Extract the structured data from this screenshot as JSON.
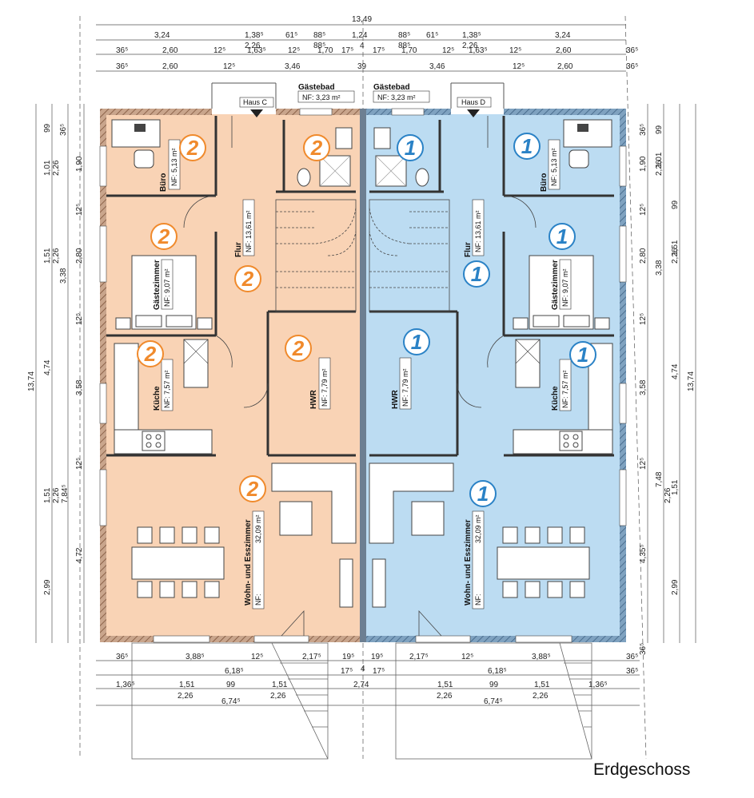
{
  "caption": "Erdgeschoss",
  "colors": {
    "house_c": "#f9d3b5",
    "house_d": "#bcdcf2",
    "badge_c": "#f08a2c",
    "badge_d": "#2a82c6",
    "wall": "#9b6b4e"
  },
  "entrances": {
    "left": "Haus C",
    "right": "Haus D"
  },
  "badges": {
    "house_c": "2",
    "house_d": "1"
  },
  "rooms": {
    "guest_bath_left": {
      "name": "Gästebad",
      "nf": "NF: 3,23 m²"
    },
    "guest_bath_right": {
      "name": "Gästebad",
      "nf": "NF: 3,23 m²"
    },
    "buero": {
      "name": "Büro",
      "nf": "NF: 5,13 m²"
    },
    "flur": {
      "name": "Flur",
      "nf": "NF: 13,61 m²"
    },
    "gaeste": {
      "name": "Gästezimmer",
      "nf": "NF: 9,07 m²"
    },
    "kueche": {
      "name": "Küche",
      "nf": "NF: 7,57 m²"
    },
    "hwr": {
      "name": "HWR",
      "nf": "NF: 7,79 m²"
    },
    "wohnen": {
      "name": "Wohn- und Esszimmer",
      "nf_label": "NF:",
      "nf_value": "32,09 m²"
    }
  },
  "dims_top": {
    "total": "13,49",
    "row1": [
      "3,24",
      "1,38⁵",
      "61⁵",
      "88⁵",
      "1,24",
      "88⁵",
      "61⁵",
      "1,38⁵",
      "3,24"
    ],
    "row2": [
      "2,26",
      "88⁵",
      "4",
      "88⁵",
      "2,26"
    ],
    "row3": [
      "36⁵",
      "2,60",
      "12⁵",
      "1,63⁵",
      "12⁵",
      "1,70",
      "17⁵",
      "17⁵",
      "1,70",
      "12⁵",
      "1,63⁵",
      "12⁵",
      "2,60",
      "36⁵"
    ],
    "row4": [
      "36⁵",
      "2,60",
      "12⁵",
      "3,46",
      "39",
      "3,46",
      "12⁵",
      "2,60",
      "36⁵"
    ]
  },
  "dims_left": {
    "outer": "13,74",
    "mid": [
      "4,74",
      "4,72"
    ],
    "inner": [
      "99",
      "1,90",
      "12⁵",
      "2,80",
      "12⁵",
      "3,58",
      "12⁵",
      "2,99"
    ],
    "inner2": [
      "36⁵",
      "1,01",
      "2,26",
      "1,51",
      "2,26",
      "3,38",
      "1,51",
      "2,26",
      "7,84⁵"
    ]
  },
  "dims_right": {
    "outer": "13,74",
    "mid": [
      "2,26",
      "2,26",
      "4,74",
      "7,48",
      "2,26"
    ],
    "inner": [
      "36⁵",
      "1,90",
      "12⁵",
      "2,80",
      "12⁵",
      "3,58",
      "12⁵",
      "4,35⁵",
      "36⁵"
    ],
    "inner2": [
      "99",
      "1,01",
      "99",
      "1,51",
      "3,38",
      "1,51",
      "2,99"
    ]
  },
  "dims_bottom": {
    "row1": [
      "36⁵",
      "3,88⁵",
      "12⁵",
      "2,17⁵",
      "19⁵",
      "19⁵",
      "2,17⁵",
      "12⁵",
      "3,88⁵",
      "36⁵"
    ],
    "row2": [
      "6,18⁵",
      "17⁵",
      "4",
      "17⁵",
      "6,18⁵",
      "36⁵"
    ],
    "row3": [
      "1,36⁵",
      "1,51",
      "99",
      "1,51",
      "2,74",
      "1,51",
      "99",
      "1,51",
      "1,36⁵"
    ],
    "row4": [
      "2,26",
      "2,26",
      "2,26",
      "2,26"
    ],
    "row5": [
      "6,74⁵",
      "6,74⁵"
    ]
  }
}
